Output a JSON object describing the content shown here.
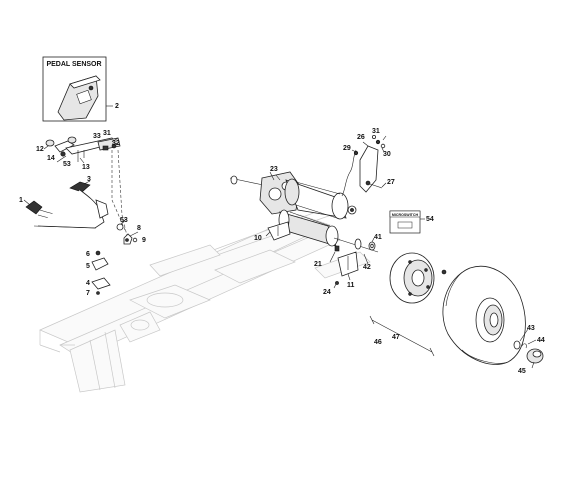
{
  "inset": {
    "title": "PEDAL SENSOR",
    "part_number": "2"
  },
  "brand_label": "MICROSWITCH",
  "callouts": {
    "c1": "1",
    "c3": "3",
    "c4": "4",
    "c5": "5",
    "c6": "6",
    "c7": "7",
    "c8": "8",
    "c9": "9",
    "c10": "10",
    "c11": "11",
    "c12": "12",
    "c13": "13",
    "c14": "14",
    "c21": "21",
    "c23": "23",
    "c24": "24",
    "c26": "26",
    "c27": "27",
    "c29": "29",
    "c30": "30",
    "c31a": "31",
    "c31b": "31",
    "c32": "32",
    "c33": "33",
    "c41": "41",
    "c42": "42",
    "c43": "43",
    "c44": "44",
    "c45": "45",
    "c46": "46",
    "c47": "47",
    "c53a": "53",
    "c53b": "53",
    "c54": "54"
  }
}
